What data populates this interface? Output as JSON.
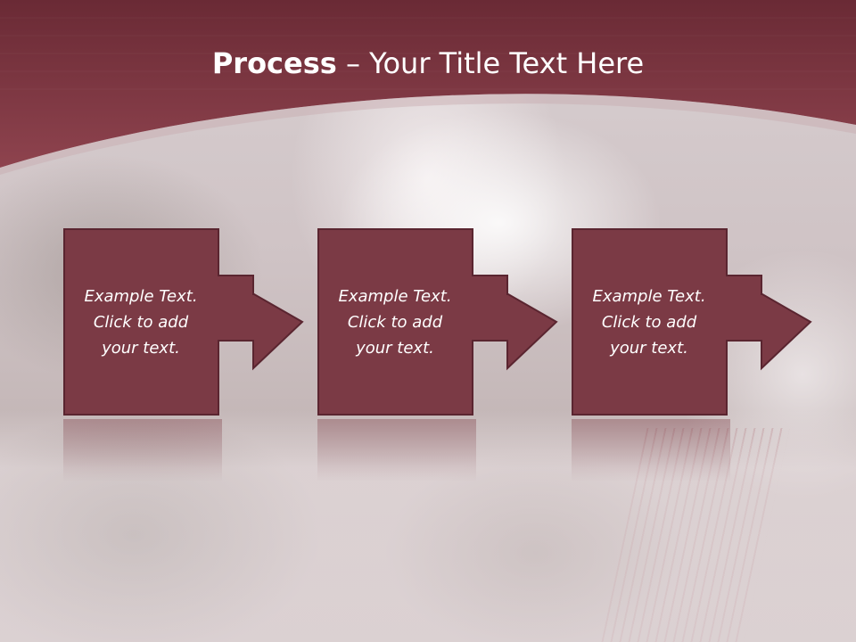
{
  "title": {
    "bold": "Process",
    "rest": " – Your Title Text Here"
  },
  "colors": {
    "header": "#7a3440",
    "box": "#7b3a45",
    "box_border": "#5a2530",
    "text": "#ffffff"
  },
  "steps": [
    {
      "text": "Example Text.\nClick  to add\nyour text."
    },
    {
      "text": "Example Text.\nClick  to add\nyour text."
    },
    {
      "text": "Example Text.\nClick  to add\nyour text."
    }
  ]
}
